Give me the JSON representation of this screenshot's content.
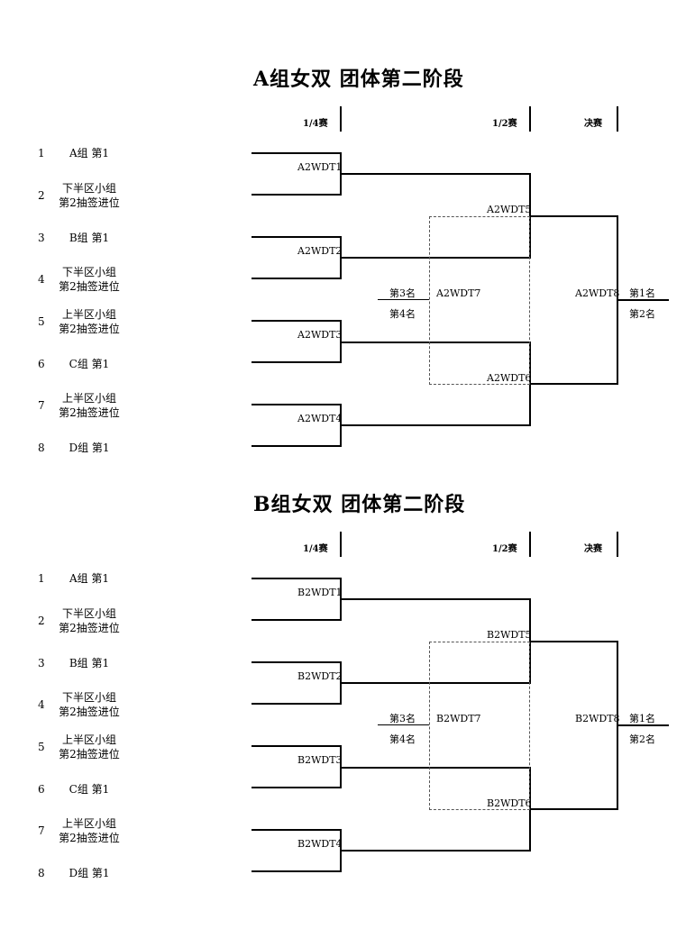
{
  "brackets": [
    {
      "title": "A组女双 团体第二阶段",
      "headers": {
        "quarter": "1/4赛",
        "semi": "1/2赛",
        "final": "决赛"
      },
      "entries": [
        {
          "num": "1",
          "line1": "A组 第1",
          "line2": ""
        },
        {
          "num": "2",
          "line1": "下半区小组",
          "line2": "第2抽签进位"
        },
        {
          "num": "3",
          "line1": "B组 第1",
          "line2": ""
        },
        {
          "num": "4",
          "line1": "下半区小组",
          "line2": "第2抽签进位"
        },
        {
          "num": "5",
          "line1": "上半区小组",
          "line2": "第2抽签进位"
        },
        {
          "num": "6",
          "line1": "C组 第1",
          "line2": ""
        },
        {
          "num": "7",
          "line1": "上半区小组",
          "line2": "第2抽签进位"
        },
        {
          "num": "8",
          "line1": "D组 第1",
          "line2": ""
        }
      ],
      "matches": {
        "qf1": "A2WDT1",
        "qf2": "A2WDT2",
        "qf3": "A2WDT3",
        "qf4": "A2WDT4",
        "sf1": "A2WDT5",
        "sf2": "A2WDT6",
        "third": "A2WDT7",
        "final": "A2WDT8"
      },
      "places": {
        "first": "第1名",
        "second": "第2名",
        "third": "第3名",
        "fourth": "第4名"
      }
    },
    {
      "title": "B组女双 团体第二阶段",
      "headers": {
        "quarter": "1/4赛",
        "semi": "1/2赛",
        "final": "决赛"
      },
      "entries": [
        {
          "num": "1",
          "line1": "A组 第1",
          "line2": ""
        },
        {
          "num": "2",
          "line1": "下半区小组",
          "line2": "第2抽签进位"
        },
        {
          "num": "3",
          "line1": "B组 第1",
          "line2": ""
        },
        {
          "num": "4",
          "line1": "下半区小组",
          "line2": "第2抽签进位"
        },
        {
          "num": "5",
          "line1": "上半区小组",
          "line2": "第2抽签进位"
        },
        {
          "num": "6",
          "line1": "C组 第1",
          "line2": ""
        },
        {
          "num": "7",
          "line1": "上半区小组",
          "line2": "第2抽签进位"
        },
        {
          "num": "8",
          "line1": "D组 第1",
          "line2": ""
        }
      ],
      "matches": {
        "qf1": "B2WDT1",
        "qf2": "B2WDT2",
        "qf3": "B2WDT3",
        "qf4": "B2WDT4",
        "sf1": "B2WDT5",
        "sf2": "B2WDT6",
        "third": "B2WDT7",
        "final": "B2WDT8"
      },
      "places": {
        "first": "第1名",
        "second": "第2名",
        "third": "第3名",
        "fourth": "第4名"
      }
    }
  ]
}
